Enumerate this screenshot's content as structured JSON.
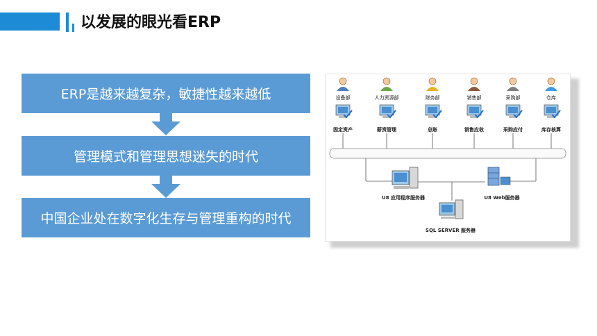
{
  "header": {
    "title": "以发展的眼光看ERP",
    "accent_color": "#1e8bd6"
  },
  "flow": {
    "box_color": "#5b9bd5",
    "steps": [
      "ERP是越来越复杂，敏捷性越来越低",
      "管理模式和管理思想迷失的时代",
      "中国企业处在数字化生存与管理重构的时代"
    ]
  },
  "diagram": {
    "departments": [
      {
        "name": "设备部",
        "module": "固定资产",
        "icon": "person-icon"
      },
      {
        "name": "人力资源部",
        "module": "薪资管理",
        "icon": "person-icon"
      },
      {
        "name": "财务部",
        "module": "总账",
        "icon": "person-icon"
      },
      {
        "name": "销售部",
        "module": "销售应收",
        "icon": "person-icon"
      },
      {
        "name": "采购部",
        "module": "采购应付",
        "icon": "person-icon"
      },
      {
        "name": "仓库",
        "module": "库存核算",
        "icon": "person-icon"
      }
    ],
    "servers": {
      "app": "U8 应用程序服务器",
      "web": "U8 Web服务器",
      "sql": "SQL SERVER 服务器"
    }
  }
}
